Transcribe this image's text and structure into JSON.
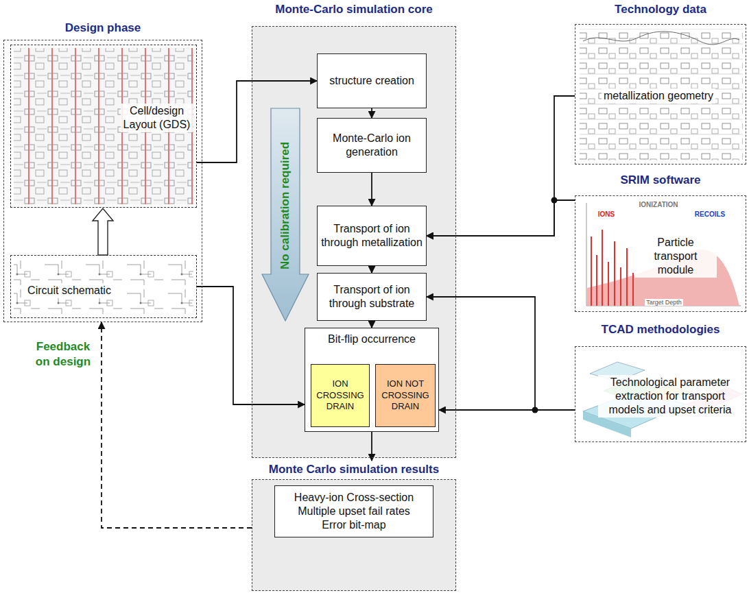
{
  "diagram": {
    "nodes": [
      {
        "text": [
          "Design phase"
        ]
      },
      {
        "text": [
          "Cell/design Layout (GDS)"
        ],
        "in": 0
      },
      {
        "text": [
          "Circuit schematic"
        ],
        "in": 0
      },
      {
        "text": [
          "Monte-Carlo simulation core"
        ]
      },
      {
        "text": [
          "structure creation"
        ],
        "in": 3
      },
      {
        "text": [
          "Monte-Carlo ion generation"
        ],
        "in": 3
      },
      {
        "text": [
          "Transport of ion through metallization"
        ],
        "in": 3
      },
      {
        "text": [
          "Transport of ion through substrate"
        ],
        "in": 3
      },
      {
        "text": [
          "Bit-flip occurrence"
        ],
        "in": 3
      },
      {
        "text": [
          "ION CROSSING DRAIN"
        ],
        "in": 8
      },
      {
        "text": [
          "ION NOT CROSSING DRAIN"
        ],
        "in": 8
      },
      {
        "text": [
          "Technology data",
          "metallization geometry"
        ]
      },
      {
        "text": [
          "SRIM software",
          "Particle transport module"
        ]
      },
      {
        "text": [
          "TCAD methodologies",
          "Technological parameter extraction for transport models and upset criteria"
        ]
      },
      {
        "text": [
          "Monte Carlo simulation results"
        ]
      },
      {
        "text": [
          "Heavy-ion Cross-section",
          "Multiple upset fail rates",
          "Error bit-map"
        ],
        "in": 14
      }
    ],
    "edges": [
      {
        "from": 1,
        "to": 4,
        "arrow": "to"
      },
      {
        "from": 4,
        "to": 5,
        "arrow": "to"
      },
      {
        "from": 5,
        "to": 6,
        "arrow": "to"
      },
      {
        "from": 6,
        "to": 7,
        "arrow": "to"
      },
      {
        "from": 7,
        "to": 8,
        "arrow": "to"
      },
      {
        "from": 2,
        "to": 1,
        "arrow": "to"
      },
      {
        "from": 2,
        "to": 8,
        "arrow": "to"
      },
      {
        "from": 11,
        "to": 6,
        "arrow": "to"
      },
      {
        "from": 12,
        "to": 6,
        "arrow": "to"
      },
      {
        "from": 13,
        "to": 7,
        "arrow": "to"
      },
      {
        "from": 13,
        "to": 8,
        "arrow": "to"
      },
      {
        "from": 8,
        "to": 14,
        "arrow": "to"
      },
      {
        "from": 14,
        "to": 0,
        "label": "Feedback on design",
        "arrow": "to"
      }
    ],
    "labels": [
      "No calibration required",
      "IONIZATION",
      "IONS",
      "RECOILS",
      "Target Depth"
    ]
  }
}
